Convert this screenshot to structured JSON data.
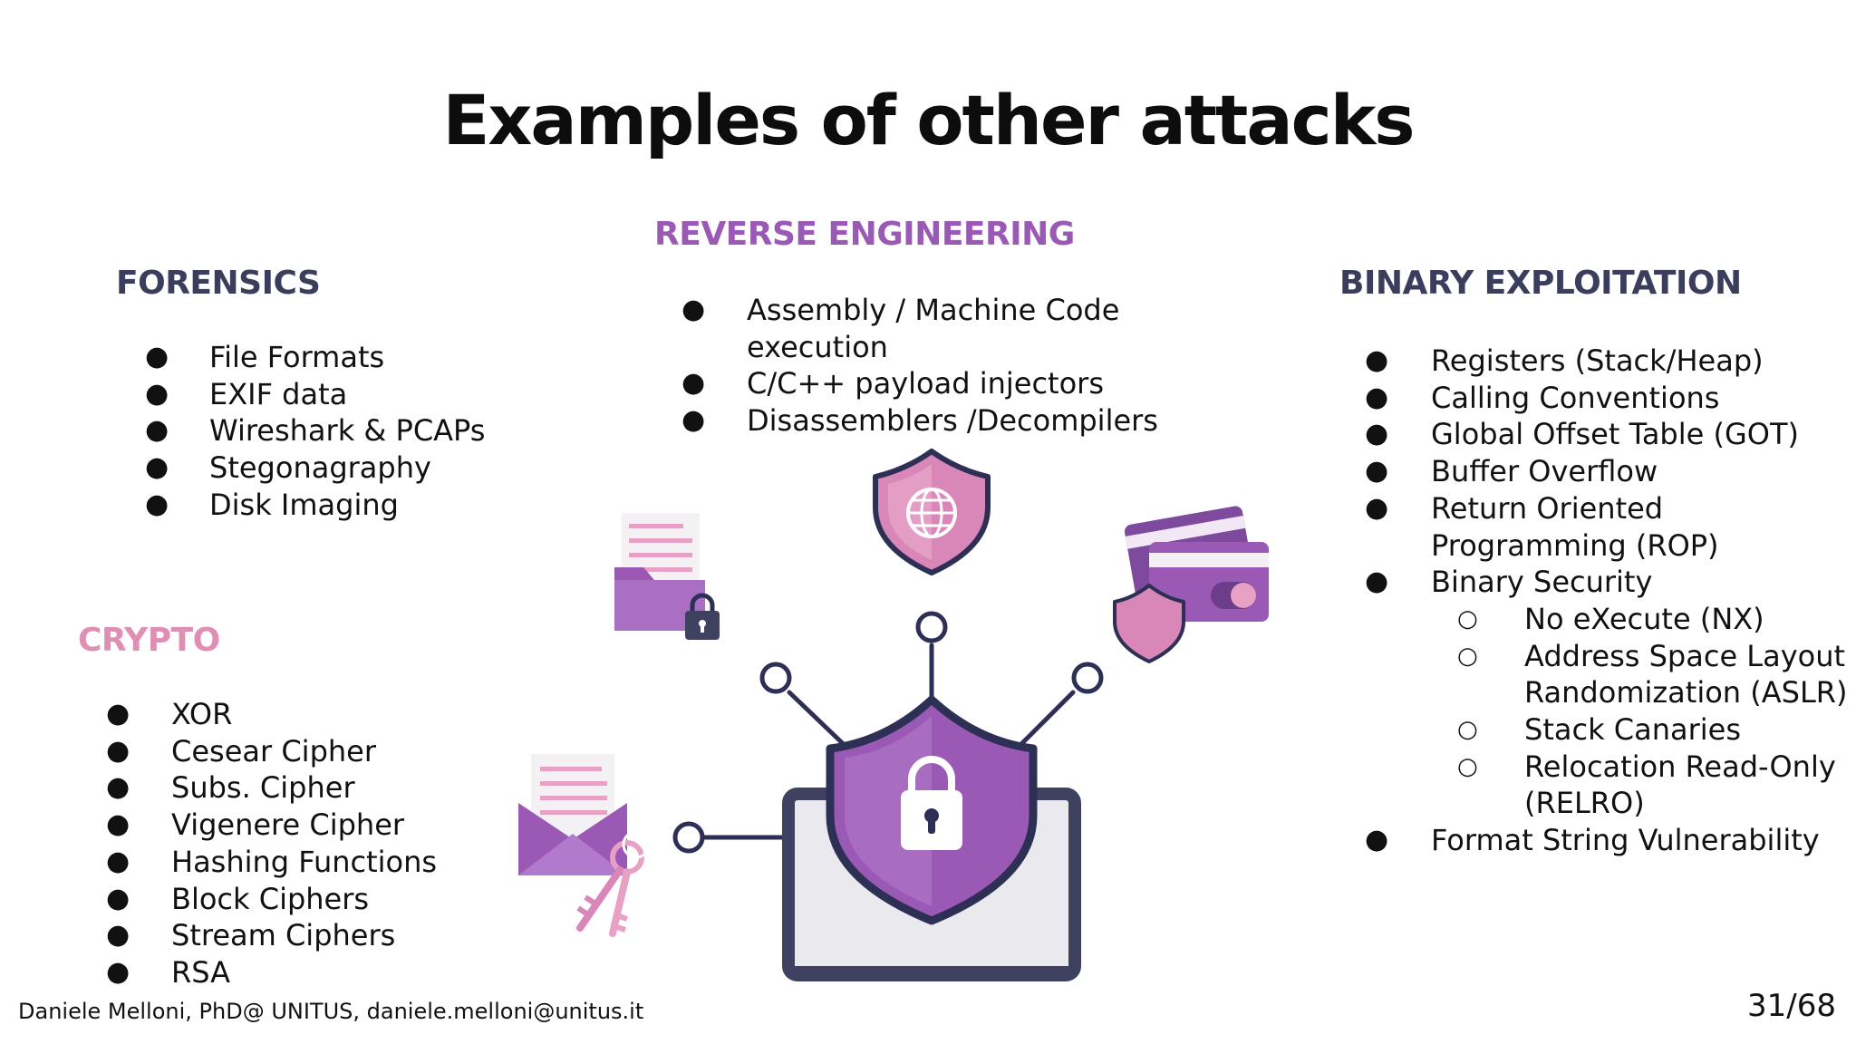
{
  "slide": {
    "title": "Examples of other attacks",
    "footer": "Daniele Melloni, PhD@ UNITUS, daniele.melloni@unitus.it",
    "page_number": "31/68"
  },
  "colors": {
    "forensics_heading": "#3b3d5c",
    "reverse_heading": "#9b59b6",
    "binary_heading": "#3b3d5c",
    "crypto_heading": "#e08fb4",
    "purple": "#9b59b6",
    "pink": "#e8a0c4",
    "navy": "#2d2f55"
  },
  "sections": {
    "forensics": {
      "heading": "FORENSICS",
      "items": [
        "File Formats",
        "EXIF data",
        "Wireshark & PCAPs",
        "Stegonagraphy",
        "Disk Imaging"
      ]
    },
    "reverse": {
      "heading": "REVERSE ENGINEERING",
      "items": [
        "Assembly / Machine Code",
        "execution",
        "C/C++ payload injectors",
        "Disassemblers /Decompilers"
      ]
    },
    "binary": {
      "heading": "BINARY EXPLOITATION",
      "items": [
        "Registers (Stack/Heap)",
        "Calling Conventions",
        "Global Offset Table (GOT)",
        "Buffer Overflow",
        "Return Oriented",
        "Programming (ROP)",
        "Binary Security",
        "No eXecute (NX)",
        "Address Space Layout",
        "Randomization (ASLR)",
        "Stack Canaries",
        "Relocation Read-Only",
        "(RELRO)",
        "Format String Vulnerability"
      ]
    },
    "crypto": {
      "heading": "CRYPTO",
      "items": [
        "XOR",
        "Cesear Cipher",
        "Subs. Cipher",
        "Vigenere Cipher",
        "Hashing Functions",
        "Block Ciphers",
        "Stream Ciphers",
        "RSA"
      ]
    }
  },
  "icons": {
    "center": "laptop-shield-lock-icon",
    "globe_shield": "globe-shield-icon",
    "folder": "locked-folder-icon",
    "cards": "credit-card-shield-icon",
    "envelope": "envelope-keys-icon"
  }
}
